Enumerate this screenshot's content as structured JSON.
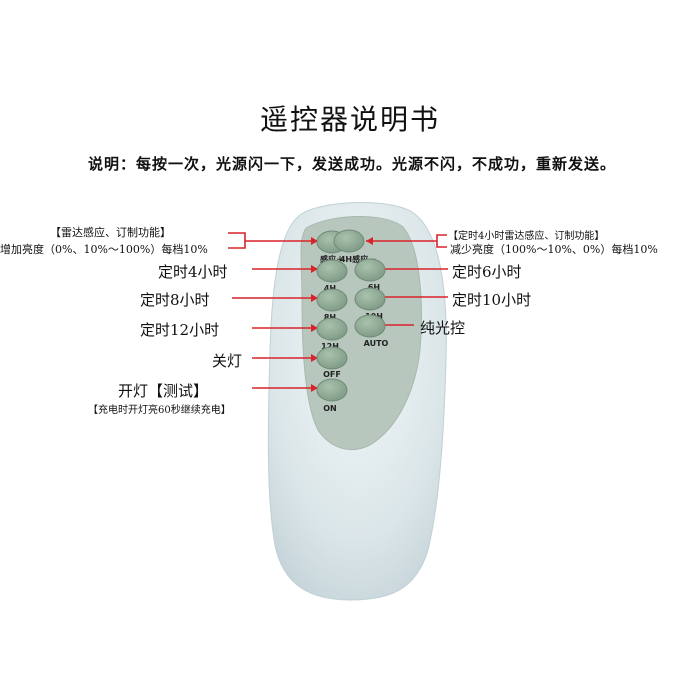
{
  "title": "遥控器说明书",
  "description": "说明：每按一次，光源闪一下，发送成功。光源不闪，不成功，重新发送。",
  "left_labels": {
    "radar_function": "【雷达感应、订制功能】",
    "increase_brightness": "增加亮度（0%、10%～100%）每档10%",
    "timer_4h": "定时4小时",
    "timer_8h": "定时8小时",
    "timer_12h": "定时12小时",
    "light_off": "关灯",
    "light_on_test": "开灯【测试】",
    "charge_note": "【充电时开灯亮60秒继续充电】"
  },
  "right_labels": {
    "timer_radar_function": "【定时4小时雷达感应、订制功能】",
    "decrease_brightness": "减少亮度（100%～10%、0%）每档10%",
    "timer_6h": "定时6小时",
    "timer_10h": "定时10小时",
    "pure_light_control": "纯光控"
  },
  "buttons": {
    "sense_plus": "感应＋",
    "h4_sense_minus": "4H感应－",
    "h4": "4H",
    "h6": "6H",
    "h8": "8H",
    "h10": "10H",
    "h12": "12H",
    "auto": "AUTO",
    "off": "OFF",
    "on": "ON"
  },
  "colors": {
    "remote_body": "#dfe9ec",
    "panel": "#b7c7bd",
    "button": "#8da894",
    "pointer": "#d9232a"
  }
}
